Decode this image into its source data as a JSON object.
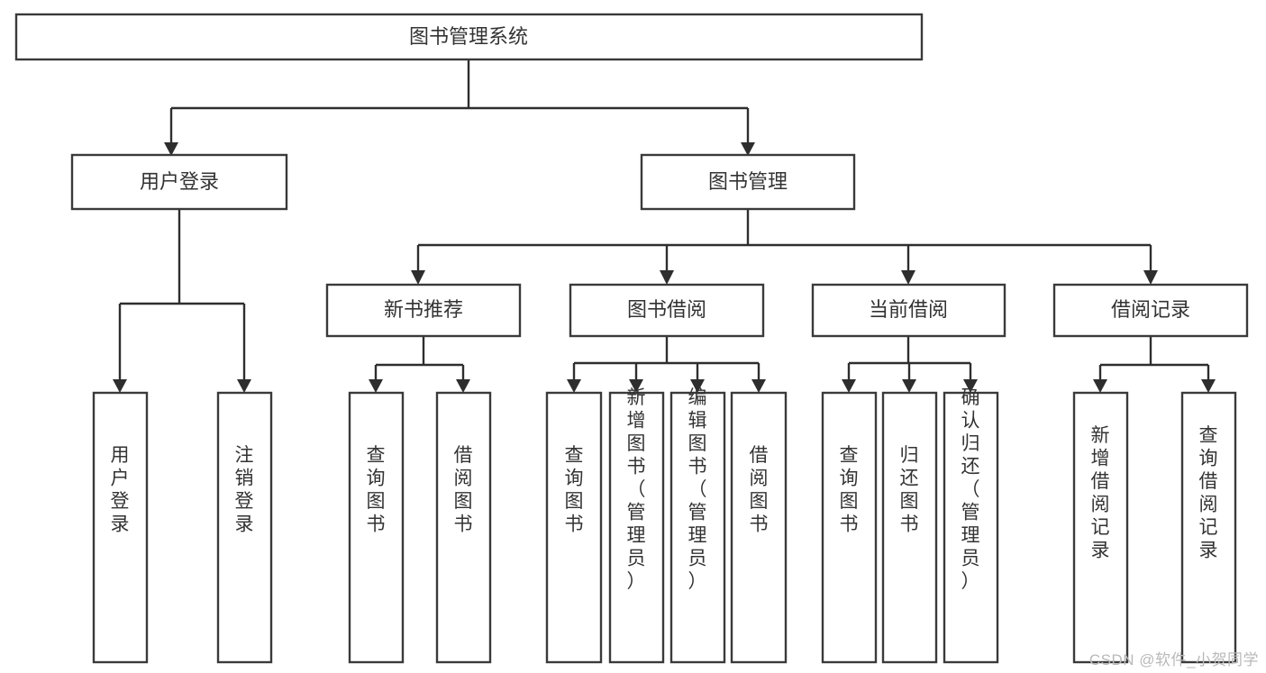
{
  "diagram": {
    "type": "tree-hierarchy",
    "title": "图书管理系统",
    "watermark": "CSDN @软件_小贺同学",
    "colors": {
      "background": "#ffffff",
      "box_stroke": "#3a3a3a",
      "box_fill": "#ffffff",
      "text": "#333333",
      "connector": "#2e2e2e",
      "watermark": "#b9b9b9"
    },
    "root": {
      "label": "图书管理系统"
    },
    "level2": [
      {
        "label": "用户登录"
      },
      {
        "label": "图书管理"
      }
    ],
    "level3": [
      {
        "label": "新书推荐"
      },
      {
        "label": "图书借阅"
      },
      {
        "label": "当前借阅"
      },
      {
        "label": "借阅记录"
      }
    ],
    "leaves": {
      "user_login": [
        {
          "label": "用户登录"
        },
        {
          "label": "注销登录"
        }
      ],
      "new_book_recommend": [
        {
          "label": "查询图书"
        },
        {
          "label": "借阅图书"
        }
      ],
      "book_borrow": [
        {
          "label": "查询图书"
        },
        {
          "label": "新增图书（管理员）"
        },
        {
          "label": "编辑图书（管理员）"
        },
        {
          "label": "借阅图书"
        }
      ],
      "current_borrow": [
        {
          "label": "查询图书"
        },
        {
          "label": "归还图书"
        },
        {
          "label": "确认归还（管理员）"
        }
      ],
      "borrow_record": [
        {
          "label": "新增借阅记录"
        },
        {
          "label": "查询借阅记录"
        }
      ]
    }
  }
}
